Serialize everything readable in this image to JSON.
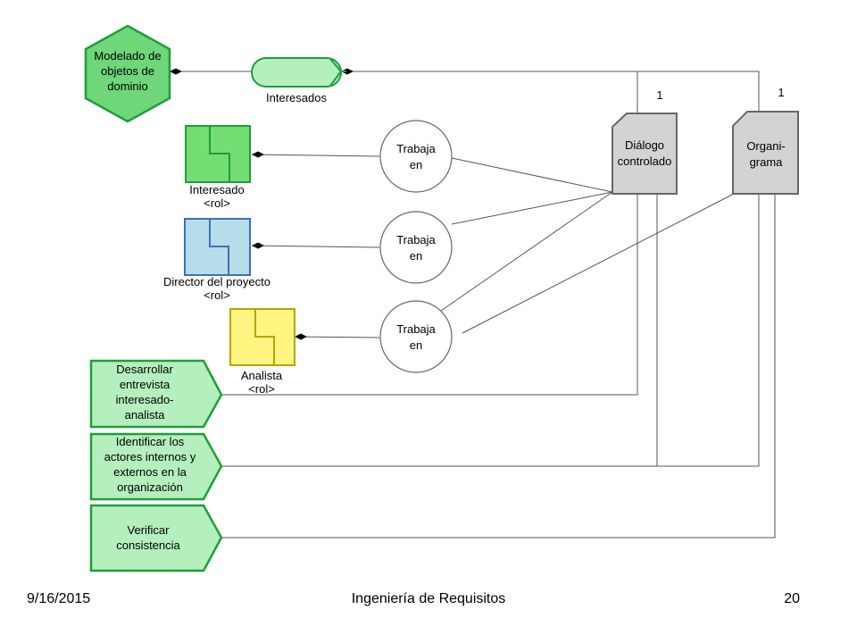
{
  "diagram": {
    "domain_object": {
      "lines": [
        "Modelado de",
        "objetos de",
        "dominio"
      ],
      "color": "#6fd67a",
      "border": "#1e9e3a"
    },
    "stakeholders_entity": {
      "label": "Interesados",
      "color": "#b5efbd",
      "border": "#1e9e3a"
    },
    "roles": [
      {
        "label": "Interesado",
        "sublabel": "<rol>",
        "color": "#73dc73",
        "border": "#1e9e3a"
      },
      {
        "label": "Director del proyecto",
        "sublabel": "<rol>",
        "color": "#b7dcea",
        "border": "#3a72b8"
      },
      {
        "label": "Analista",
        "sublabel": "<rol>",
        "color": "#fff580",
        "border": "#b8a300"
      }
    ],
    "works_in": [
      {
        "lines": [
          "Trabaja",
          "en"
        ]
      },
      {
        "lines": [
          "Trabaja",
          "en"
        ]
      },
      {
        "lines": [
          "Trabaja",
          "en"
        ]
      }
    ],
    "documents": [
      {
        "lines": [
          "Diálogo",
          "controlado"
        ],
        "multiplicity": "1",
        "color": "#d3d3d3",
        "border": "#666666"
      },
      {
        "lines": [
          "Organi-",
          "grama"
        ],
        "multiplicity": "1",
        "color": "#d3d3d3",
        "border": "#666666"
      }
    ],
    "activities": [
      {
        "lines": [
          "Desarrollar",
          "entrevista",
          "interesado-",
          "analista"
        ]
      },
      {
        "lines": [
          "Identificar los",
          "actores internos y",
          "externos en la",
          "organización"
        ]
      },
      {
        "lines": [
          "Verificar",
          "consistencia"
        ]
      }
    ],
    "activity_color": "#b5efbd",
    "activity_border": "#1e9e3a"
  },
  "footer": {
    "date": "9/16/2015",
    "title": "Ingeniería de Requisitos",
    "page": "20"
  }
}
